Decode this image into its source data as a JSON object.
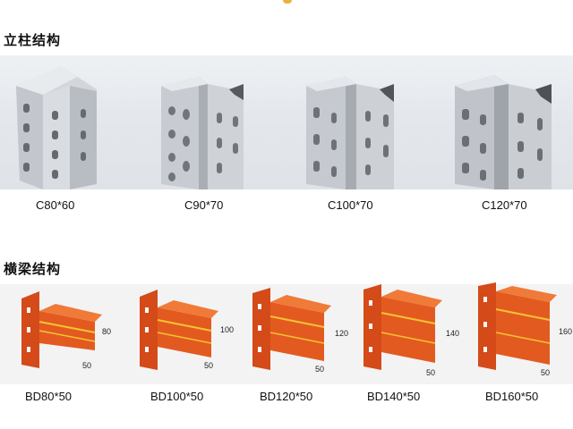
{
  "sections": {
    "posts": {
      "title": "立柱结构",
      "items": [
        {
          "label": "C80*60"
        },
        {
          "label": "C90*70"
        },
        {
          "label": "C100*70"
        },
        {
          "label": "C120*70"
        }
      ]
    },
    "beams": {
      "title": "横梁结构",
      "items": [
        {
          "label": "BD80*50",
          "height_dim": "80",
          "width_dim": "50"
        },
        {
          "label": "BD100*50",
          "height_dim": "100",
          "width_dim": "50"
        },
        {
          "label": "BD120*50",
          "height_dim": "120",
          "width_dim": "50"
        },
        {
          "label": "BD140*50",
          "height_dim": "140",
          "width_dim": "50"
        },
        {
          "label": "BD160*50",
          "height_dim": "160",
          "width_dim": "50"
        }
      ]
    }
  },
  "colors": {
    "post_steel": "#c4c9d0",
    "beam_orange": "#e0531d",
    "beam_stripe": "#f4c431",
    "accent_mark": "#e9b23a"
  }
}
